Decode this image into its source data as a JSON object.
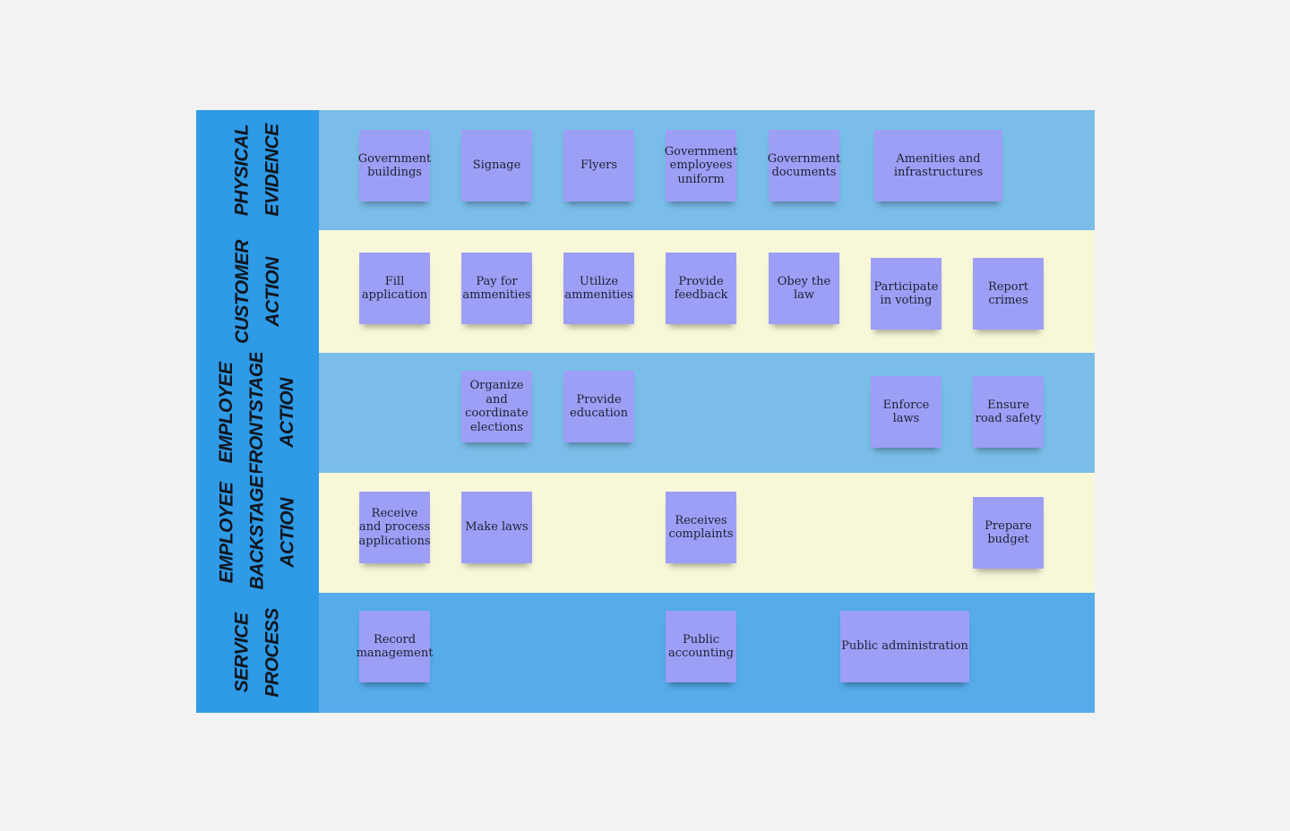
{
  "colors": {
    "background": "#f2f2f2",
    "header": "#2f9ae6",
    "lane_blue": "#79bde8",
    "lane_cream": "#f8f8d9",
    "lane_deep_blue": "#56abea",
    "sticky_note": "#9d9ff7"
  },
  "lanes": [
    {
      "title_line1": "Physical",
      "title_line2": "Evidence",
      "title_line3": "",
      "notes": [
        "Government buildings",
        "Signage",
        "Flyers",
        "Government employees uniform",
        "Government documents",
        "Amenities and infrastructures"
      ]
    },
    {
      "title_line1": "Customer",
      "title_line2": "Action",
      "title_line3": "",
      "notes": [
        "Fill application",
        "Pay for ammenities",
        "Utilize ammenities",
        "Provide feedback",
        "Obey the law",
        "Participate in voting",
        "Report crimes"
      ]
    },
    {
      "title_line1": "Employee",
      "title_line2": "Frontstage",
      "title_line3": "Action",
      "notes": [
        "Organize and coordinate elections",
        "Provide education",
        "Enforce laws",
        "Ensure road safety"
      ]
    },
    {
      "title_line1": "Employee",
      "title_line2": "Backstage",
      "title_line3": "Action",
      "notes": [
        "Receive and process applications",
        "Make laws",
        "Receives complaints",
        "Prepare budget"
      ]
    },
    {
      "title_line1": "Service",
      "title_line2": "Process",
      "title_line3": "",
      "notes": [
        "Record management",
        "Public accounting",
        "Public administration"
      ]
    }
  ]
}
